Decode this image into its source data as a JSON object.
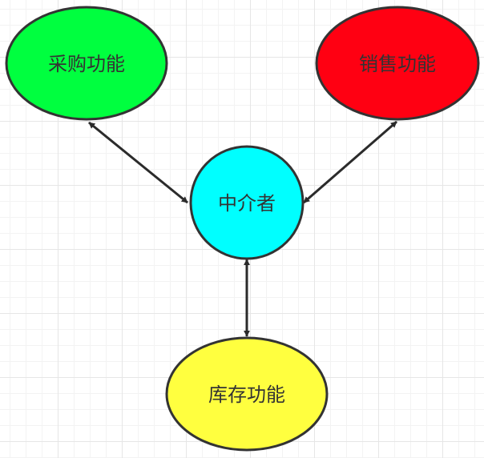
{
  "nodes": {
    "purchase": {
      "label": "采购功能",
      "color": "#00ff3f"
    },
    "sales": {
      "label": "销售功能",
      "color": "#ff0012"
    },
    "mediator": {
      "label": "中介者",
      "color": "#00ffff"
    },
    "inventory": {
      "label": "库存功能",
      "color": "#ffff3f"
    }
  },
  "colors": {
    "stroke": "#333333",
    "arrow": "#2b2b2b"
  }
}
